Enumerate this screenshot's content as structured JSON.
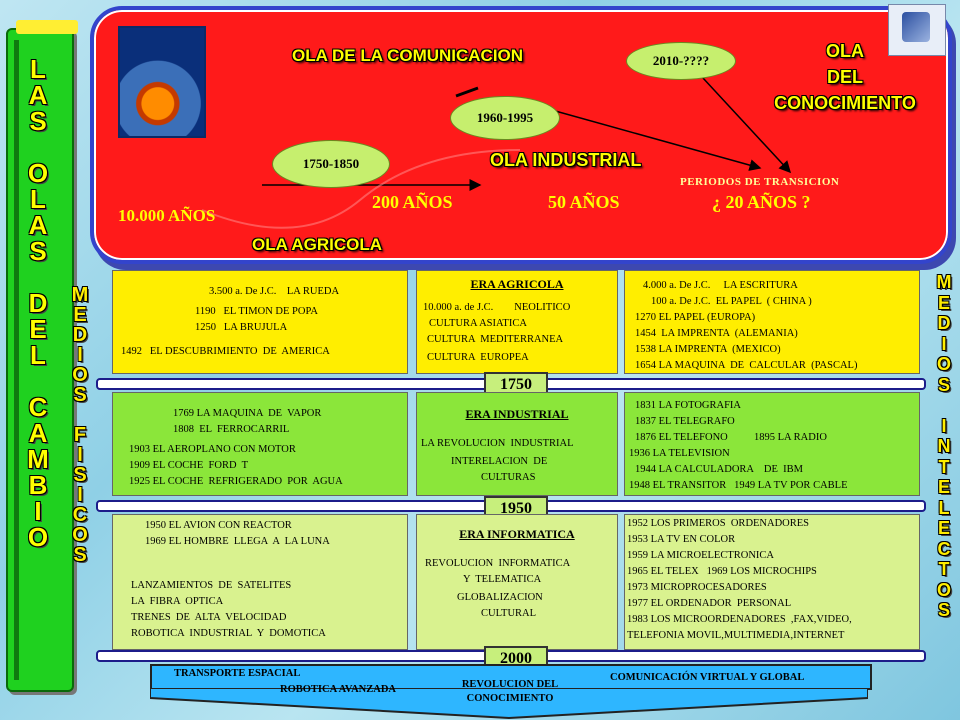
{
  "side_title": [
    "L",
    "A",
    "S",
    "",
    "O",
    "L",
    "A",
    "S",
    "",
    "D",
    "E",
    "L",
    "",
    "C",
    "A",
    "M",
    "B",
    "I",
    "O"
  ],
  "medios_fisicos": [
    "M",
    "E",
    "D",
    "I",
    "O",
    "S",
    "",
    "F",
    "I",
    "S",
    "I",
    "C",
    "O",
    "S"
  ],
  "medios_intelectos": [
    "M",
    "E",
    "D",
    "I",
    "O",
    "S",
    "",
    "I",
    "N",
    "T",
    "E",
    "L",
    "E",
    "C",
    "T",
    "O",
    "S"
  ],
  "panel": {
    "wave_comunicacion": "OLA DE LA COMUNICACION",
    "wave_conocimiento": [
      "OLA",
      "DEL",
      "CONOCIMIENTO"
    ],
    "wave_industrial": "OLA INDUSTRIAL",
    "wave_agricola": "OLA AGRICOLA",
    "ellipse_2010": "2010-????",
    "ellipse_1960": "1960-1995",
    "ellipse_1750": "1750-1850",
    "transition_label": "PERIODOS DE TRANSICION",
    "years_10000": "10.000 AÑOS",
    "years_200": "200 AÑOS",
    "years_50": "50 AÑOS",
    "years_20": "¿ 20 AÑOS ?"
  },
  "row1": {
    "left": [
      "3.500 a. De J.C.    LA RUEDA",
      "1190   EL TIMON DE POPA",
      "1250   LA BRUJULA",
      "1492   EL DESCUBRIMIENTO  DE  AMERICA"
    ],
    "era_title": "ERA AGRICOLA",
    "era_lines": [
      "10.000 a. de J.C.        NEOLITICO",
      "CULTURA ASIATICA",
      "CULTURA  MEDITERRANEA",
      "CULTURA  EUROPEA"
    ],
    "right": [
      "4.000 a. De J.C.     LA ESCRITURA",
      "100 a. De J.C.  EL PAPEL  ( CHINA )",
      "1270 EL PAPEL (EUROPA)",
      "1454  LA IMPRENTA  (ALEMANIA)",
      "1538 LA IMPRENTA  (MEXICO)",
      "1654 LA MAQUINA  DE  CALCULAR  (PASCAL)"
    ]
  },
  "year_1750": "1750",
  "row2": {
    "left": [
      "1769 LA MAQUINA  DE  VAPOR",
      "1808  EL  FERROCARRIL",
      "1903 EL AEROPLANO CON MOTOR",
      "1909 EL COCHE  FORD  T",
      "1925 EL COCHE  REFRIGERADO  POR  AGUA"
    ],
    "era_title": "ERA INDUSTRIAL",
    "era_lines": [
      "LA REVOLUCION  INDUSTRIAL",
      "INTERELACION  DE",
      "CULTURAS"
    ],
    "right": [
      "1831 LA FOTOGRAFIA",
      "1837 EL TELEGRAFO",
      "1876 EL TELEFONO          1895 LA RADIO",
      "1936 LA TELEVISION",
      "1944 LA CALCULADORA    DE  IBM",
      "1948 EL TRANSITOR   1949 LA TV POR CABLE"
    ]
  },
  "year_1950": "1950",
  "row3": {
    "left": [
      "1950 EL AVION CON REACTOR",
      "1969 EL HOMBRE  LLEGA  A  LA LUNA",
      "LANZAMIENTOS  DE  SATELITES",
      "LA  FIBRA  OPTICA",
      "TRENES  DE  ALTA  VELOCIDAD",
      "ROBOTICA  INDUSTRIAL  Y  DOMOTICA"
    ],
    "era_title": "ERA INFORMATICA",
    "era_lines": [
      "REVOLUCION  INFORMATICA",
      "Y  TELEMATICA",
      "GLOBALIZACION",
      "CULTURAL"
    ],
    "right": [
      "1952 LOS PRIMEROS  ORDENADORES",
      "1953 LA TV EN COLOR",
      "1959 LA MICROELECTRONICA",
      "1965 EL TELEX   1969 LOS MICROCHIPS",
      "1973 MICROPROCESADORES",
      "1977 EL ORDENADOR  PERSONAL",
      "1983 LOS MICROORDENADORES  ,FAX,VIDEO,",
      "TELEFONIA MOVIL,MULTIMEDIA,INTERNET"
    ]
  },
  "year_2000": "2000",
  "bottom": {
    "transporte": "TRANSPORTE  ESPACIAL",
    "robotica": "ROBOTICA  AVANZADA",
    "revolucion": [
      "REVOLUCION  DEL",
      "CONOCIMIENTO"
    ],
    "comunicacion": "COMUNICACIÓN  VIRTUAL  Y  GLOBAL"
  },
  "colors": {
    "panel_red": "#ff1a1a",
    "banner_green": "#1fd11f",
    "title_yellow": "#ffff00",
    "box_yellow": "#ffee00",
    "box_green": "#8be63a",
    "box_pale": "#d9f28f"
  }
}
